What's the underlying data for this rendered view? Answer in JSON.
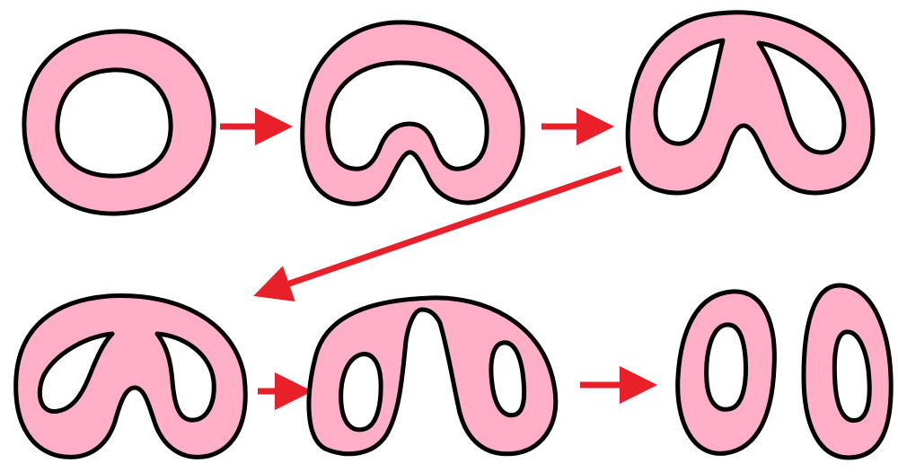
{
  "colors": {
    "tissue_fill": "#ffb0c8",
    "outline": "#000000",
    "lumen": "#ffffff",
    "arrow": "#e8202a"
  },
  "diagram": {
    "stages": [
      {
        "id": "stage-1",
        "shape": "ring with circular lumen"
      },
      {
        "id": "stage-2",
        "shape": "ring with indented lumen"
      },
      {
        "id": "stage-3",
        "shape": "ring with deep fold dividing lumen"
      },
      {
        "id": "stage-4",
        "shape": "fold touching base, two lumens forming"
      },
      {
        "id": "stage-5",
        "shape": "two lumens joined by thin bridge"
      },
      {
        "id": "stage-6",
        "shape": "two separate rings"
      }
    ],
    "arrows": [
      {
        "from": "stage-1",
        "to": "stage-2"
      },
      {
        "from": "stage-2",
        "to": "stage-3"
      },
      {
        "from": "stage-3",
        "to": "stage-4"
      },
      {
        "from": "stage-4",
        "to": "stage-5"
      },
      {
        "from": "stage-5",
        "to": "stage-6"
      }
    ]
  }
}
